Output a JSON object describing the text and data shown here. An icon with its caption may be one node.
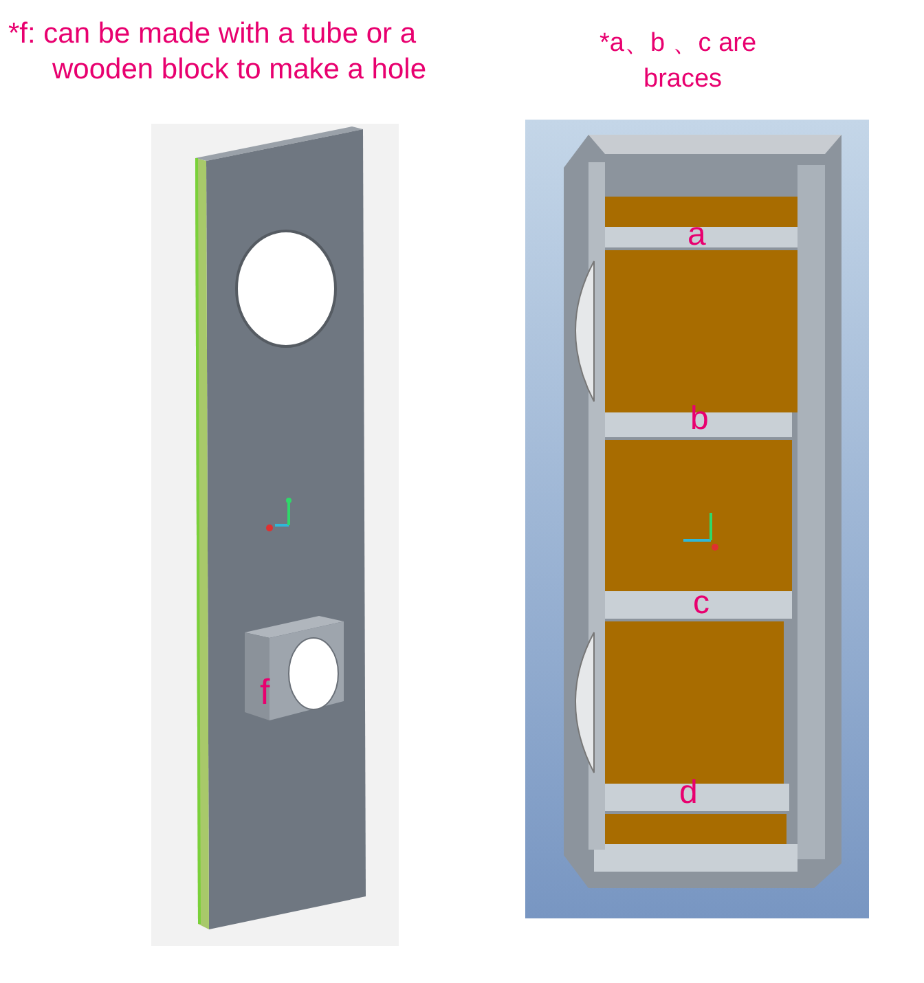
{
  "diagram": {
    "labels": [
      "*f: can be made with a tube or a wooden block to make a hole",
      "*a、b 、c are braces",
      "a",
      "b",
      "c",
      "f",
      "d"
    ]
  }
}
